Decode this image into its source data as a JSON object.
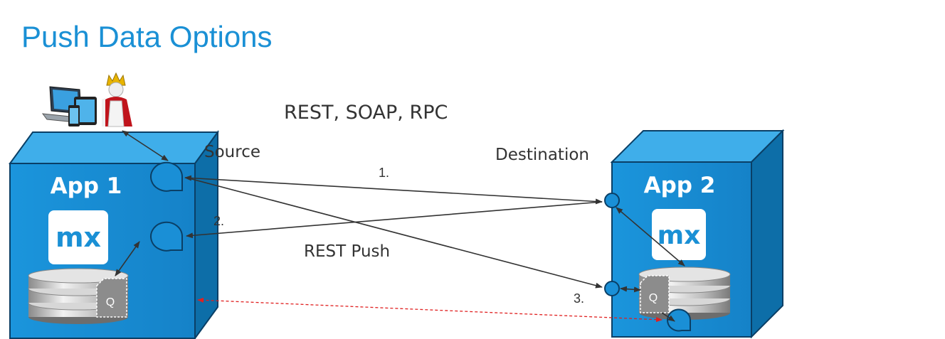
{
  "slide": {
    "title": "Push Data Options"
  },
  "diagram": {
    "protocols_label": "REST, SOAP, RPC",
    "source_label": "Source",
    "destination_label": "Destination",
    "rest_push_label": "REST Push",
    "steps": [
      "1.",
      "2.",
      "3."
    ],
    "apps": [
      {
        "name": "App 1",
        "logo": "mx",
        "queue_label": "Q"
      },
      {
        "name": "App 2",
        "logo": "mx",
        "queue_label": "Q"
      }
    ]
  },
  "icons": [
    "laptop-icon",
    "tablet-icon",
    "phone-icon",
    "king-user-icon",
    "database-icon",
    "queue-icon",
    "endpoint-icon"
  ],
  "colors": {
    "title": "#1a90d5",
    "box_front": "#1a8fd6",
    "box_top": "#43b0e8",
    "box_side": "#0d6ea8",
    "box_border": "#0a3f66",
    "arrow": "#333333",
    "dashed_arrow": "#e02020",
    "mx_tile": "#ffffff"
  }
}
